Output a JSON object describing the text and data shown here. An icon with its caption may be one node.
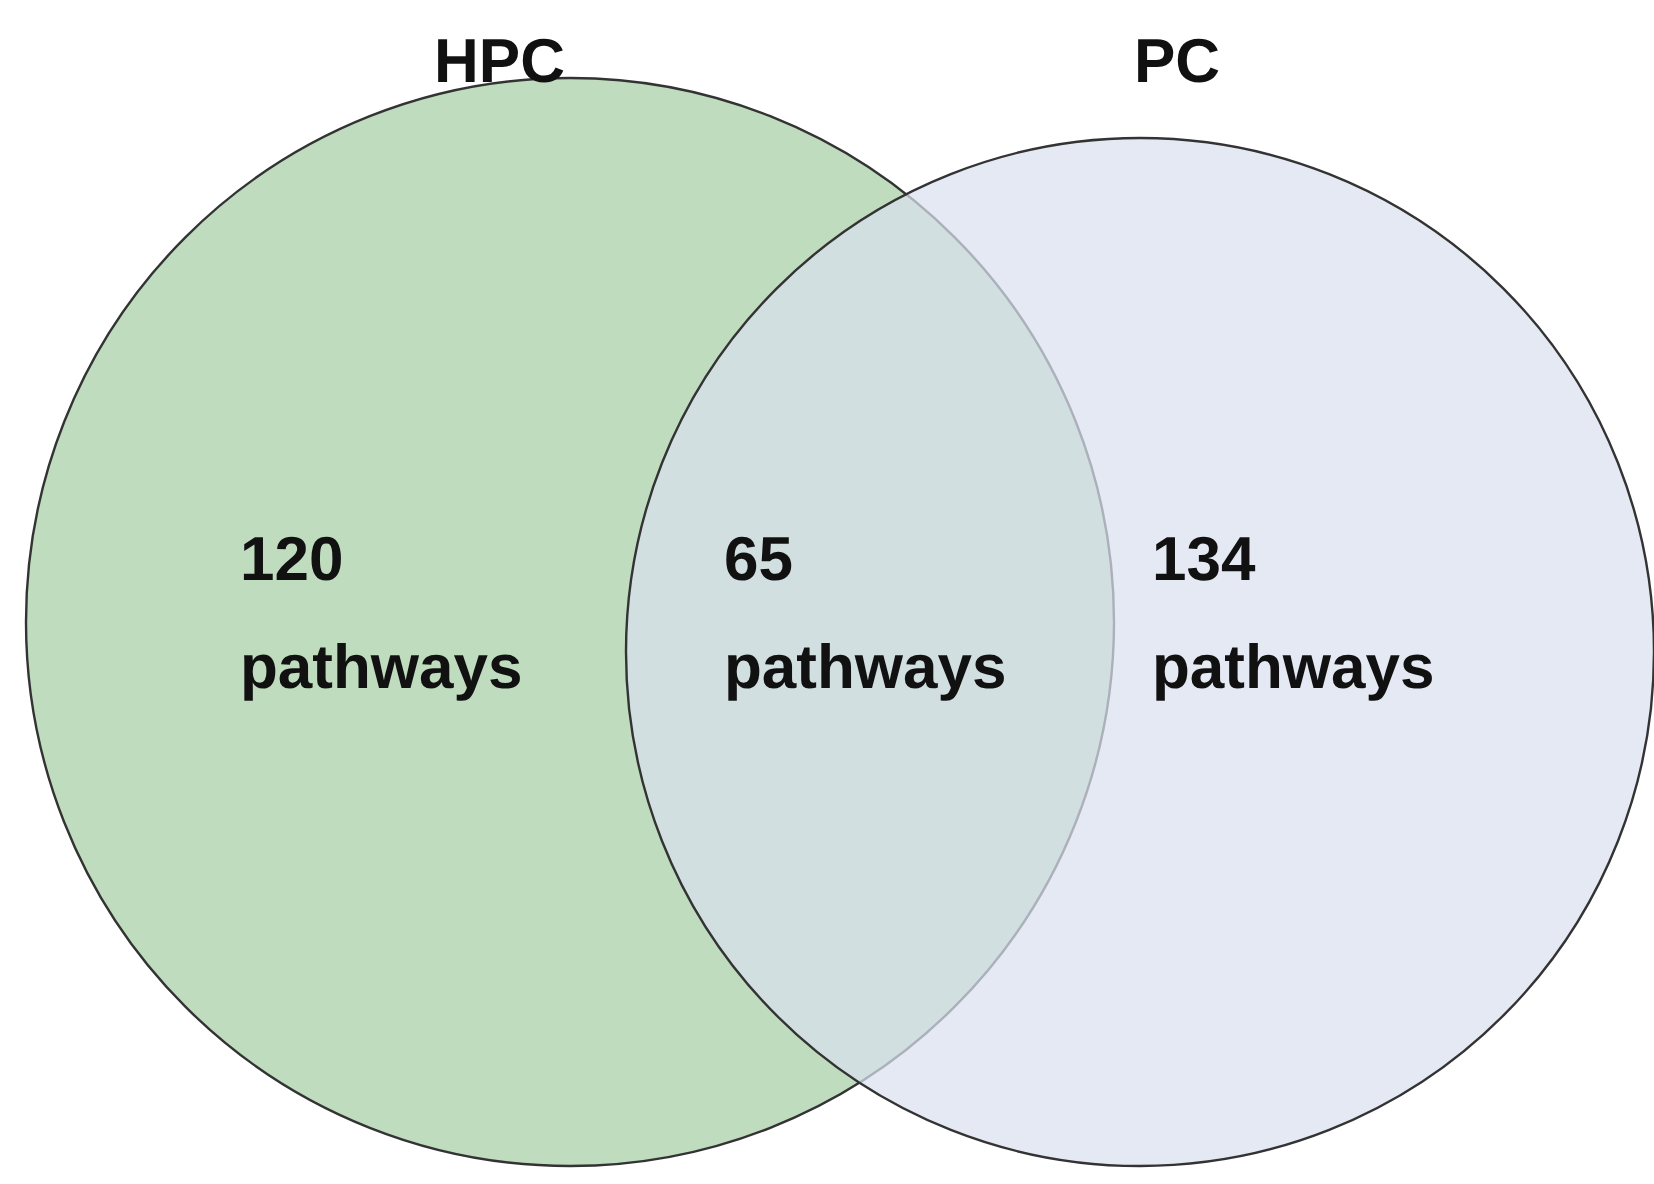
{
  "diagram": {
    "nodes": [
      {
        "text": [
          "HPC",
          "120 pathways"
        ]
      },
      {
        "text": [
          "PC",
          "134 pathways"
        ]
      }
    ],
    "labels": [
      "65 pathways"
    ]
  }
}
